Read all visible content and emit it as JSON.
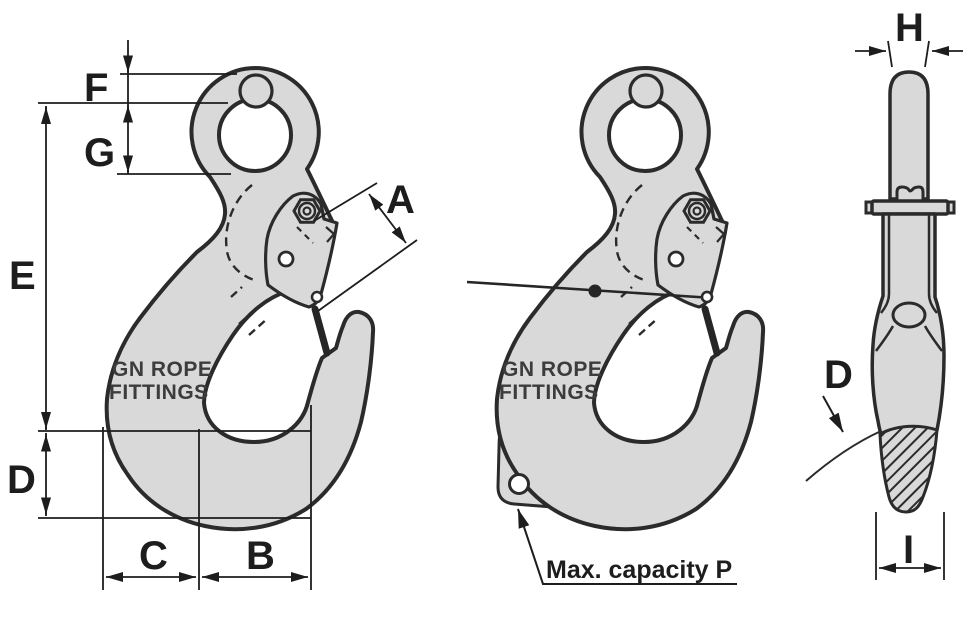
{
  "drawing": {
    "brand": {
      "line1": "GN ROPE",
      "line2": "FITTINGS"
    },
    "dimension_labels": {
      "a": "A",
      "b": "B",
      "c": "C",
      "d": "D",
      "e": "E",
      "f": "F",
      "g": "G",
      "h": "H",
      "i": "I"
    },
    "annotations": {
      "max_capacity": "Max. capacity P"
    },
    "colors": {
      "body_fill": "#d9d9d9",
      "outline": "#2b2b2b",
      "dimension_lines": "#1d1d1d",
      "background": "#ffffff"
    }
  }
}
